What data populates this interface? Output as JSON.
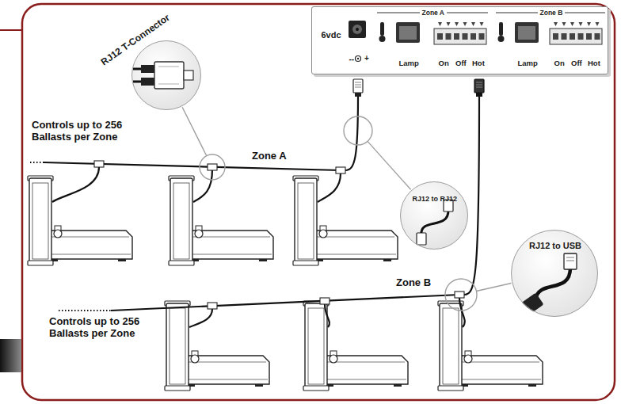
{
  "diagram": {
    "nodes": [
      {
        "text": [
          "6vdc",
          "--",
          "+",
          "Zone A",
          "Lamp",
          "On",
          "Off",
          "Hot",
          "Zone B",
          "Lamp",
          "On",
          "Off",
          "Hot"
        ]
      },
      {
        "text": [
          "RJ12 T-Connector"
        ]
      },
      {
        "text": [
          "RJ12 to RJ12"
        ]
      },
      {
        "text": [
          "RJ12 to USB"
        ]
      }
    ],
    "labels": [
      "Controls up to 256 Ballasts per Zone",
      "Zone A",
      "Controls up to 256 Ballasts per Zone",
      "Zone B"
    ]
  }
}
